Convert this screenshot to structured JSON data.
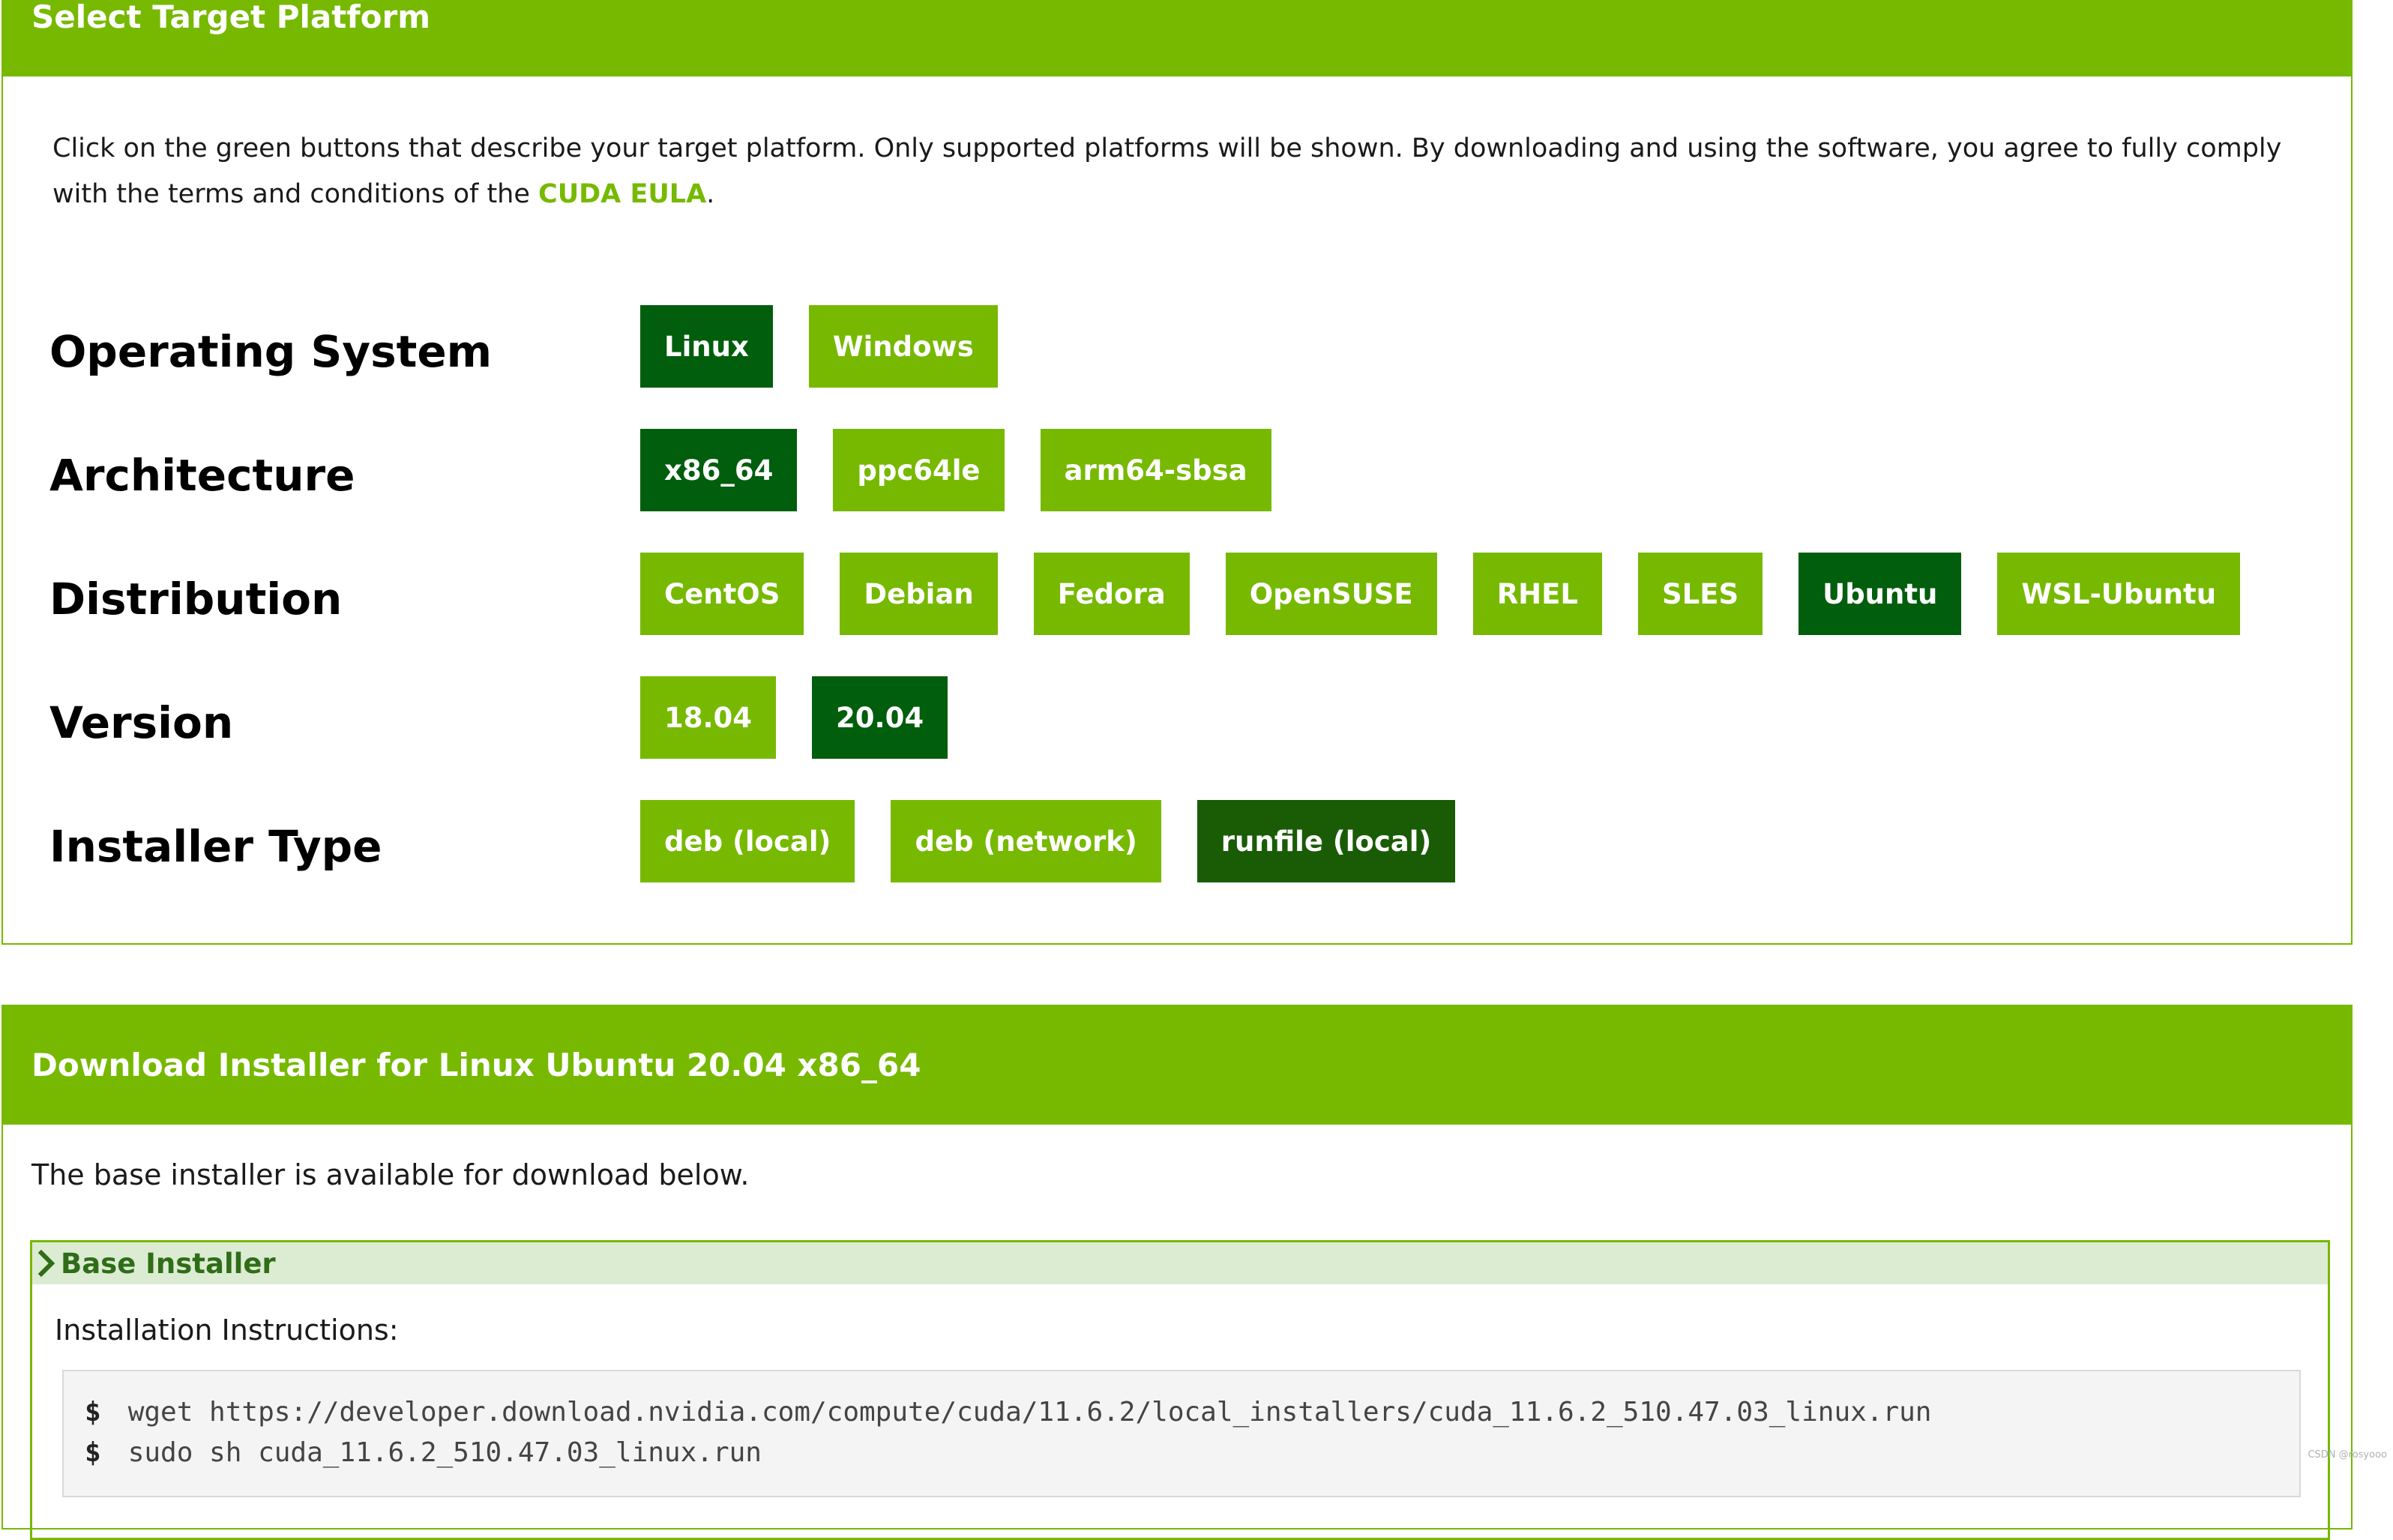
{
  "platform_panel": {
    "title": "Select Target Platform",
    "intro_before_link": "Click on the green buttons that describe your target platform. Only supported platforms will be shown. By downloading and using the software, you agree to fully comply with the terms and conditions of the ",
    "eula_link": "CUDA EULA",
    "intro_after_link": ".",
    "rows": {
      "os": {
        "label": "Operating System",
        "options": [
          "Linux",
          "Windows"
        ],
        "selected": "Linux"
      },
      "arch": {
        "label": "Architecture",
        "options": [
          "x86_64",
          "ppc64le",
          "arm64-sbsa"
        ],
        "selected": "x86_64"
      },
      "distro": {
        "label": "Distribution",
        "options": [
          "CentOS",
          "Debian",
          "Fedora",
          "OpenSUSE",
          "RHEL",
          "SLES",
          "Ubuntu",
          "WSL-Ubuntu"
        ],
        "selected": "Ubuntu"
      },
      "version": {
        "label": "Version",
        "options": [
          "18.04",
          "20.04"
        ],
        "selected": "20.04"
      },
      "installer": {
        "label": "Installer Type",
        "options": [
          "deb (local)",
          "deb (network)",
          "runfile (local)"
        ],
        "selected": "runfile (local)"
      }
    }
  },
  "download_panel": {
    "title": "Download Installer for Linux Ubuntu 20.04 x86_64",
    "base_text": "The base installer is available for download below.",
    "accordion_title": "Base Installer",
    "instructions_label": "Installation Instructions:",
    "prompt": "$",
    "commands": [
      "wget https://developer.download.nvidia.com/compute/cuda/11.6.2/local_installers/cuda_11.6.2_510.47.03_linux.run",
      "sudo sh cuda_11.6.2_510.47.03_linux.run"
    ]
  },
  "watermark": "CSDN @rosyooo",
  "colors": {
    "brand_green": "#76b900",
    "selected_green": "#005e0d",
    "accordion_header_bg": "#dcecd2"
  }
}
